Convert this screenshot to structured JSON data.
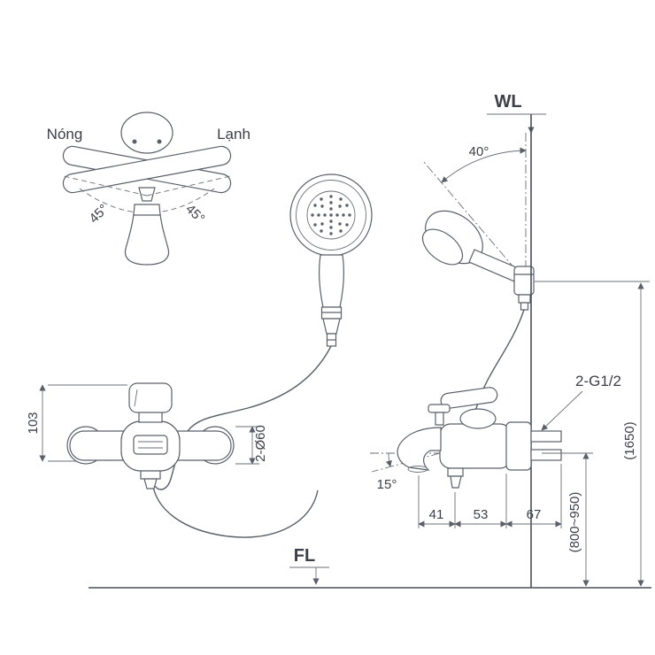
{
  "top_view": {
    "hot": "Nóng",
    "cold": "Lạnh",
    "swing_left": "45°",
    "swing_right": "45°"
  },
  "bracket_view": {
    "swivel_angle": "40°",
    "wall_line": "WL"
  },
  "front_view": {
    "body_height": "103",
    "mount_holes": "2-Ø60"
  },
  "side_view": {
    "spout_angle": "15°",
    "dim_spout": "41",
    "dim_body": "53",
    "dim_wall": "67",
    "connections": "2-G1/2"
  },
  "heights": {
    "shower_height": "(1650)",
    "mixer_height": "(800~950)"
  },
  "floor": {
    "floor_line": "FL"
  },
  "colors": {
    "line": "#5a6069",
    "text": "#3b3f48",
    "background": "#ffffff"
  }
}
